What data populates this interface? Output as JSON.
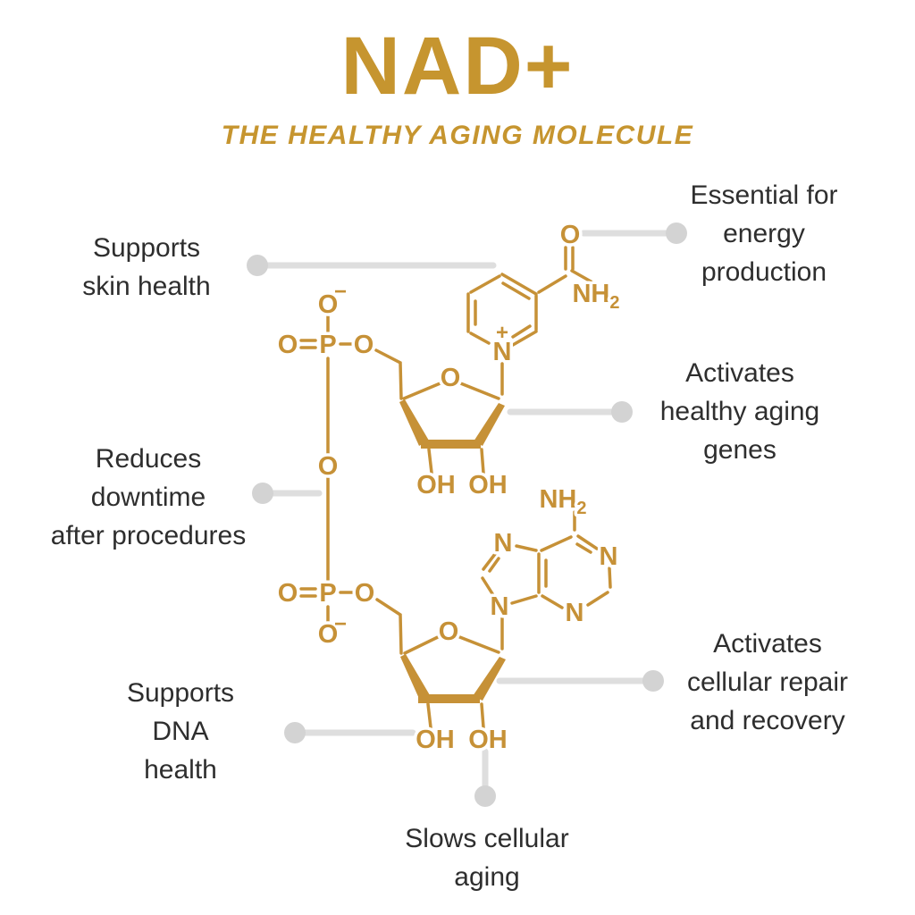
{
  "header": {
    "title": "NAD+",
    "subtitle": "THE HEALTHY AGING MOLECULE"
  },
  "colors": {
    "gold": "#C69137",
    "title_gold": "#C6952F",
    "text_dark": "#2E2E2E",
    "connector_line": "#DEDEDE",
    "connector_dot": "#D3D3D3",
    "background": "#FFFFFF"
  },
  "benefits": {
    "skin_health": {
      "lines": [
        "Supports",
        "skin health"
      ]
    },
    "energy": {
      "lines": [
        "Essential for",
        "energy",
        "production"
      ]
    },
    "aging_genes": {
      "lines": [
        "Activates",
        "healthy aging",
        "genes"
      ]
    },
    "downtime": {
      "lines": [
        "Reduces",
        "downtime",
        "after procedures"
      ]
    },
    "dna_health": {
      "lines": [
        "Supports",
        "DNA",
        "health"
      ]
    },
    "cellular_repair": {
      "lines": [
        "Activates",
        "cellular repair",
        "and recovery"
      ]
    },
    "cellular_aging": {
      "lines": [
        "Slows cellular",
        "aging"
      ]
    }
  },
  "molecule": {
    "name": "NAD+ chemical structure",
    "atoms": {
      "amide_o": "O",
      "amide_nh": "NH",
      "amide_nh_sub": "2",
      "pyridine_n": "N",
      "pyridine_plus": "+",
      "ribose1_o": "O",
      "ribose1_oh1": "OH",
      "ribose1_oh2": "OH",
      "p1": "P",
      "p1_o_double": "O",
      "p1_o_minus": "O",
      "p1_minus": "−",
      "p1_o_ester": "O",
      "bridge_o": "O",
      "p2": "P",
      "p2_o_double": "O",
      "p2_o_minus": "O",
      "p2_minus": "−",
      "p2_o_ester": "O",
      "ribose2_o": "O",
      "ribose2_oh1": "OH",
      "ribose2_oh2": "OH",
      "adenine_nh": "NH",
      "adenine_nh_sub": "2",
      "adenine_n1": "N",
      "adenine_n3": "N",
      "adenine_n7": "N",
      "adenine_n9": "N"
    }
  }
}
